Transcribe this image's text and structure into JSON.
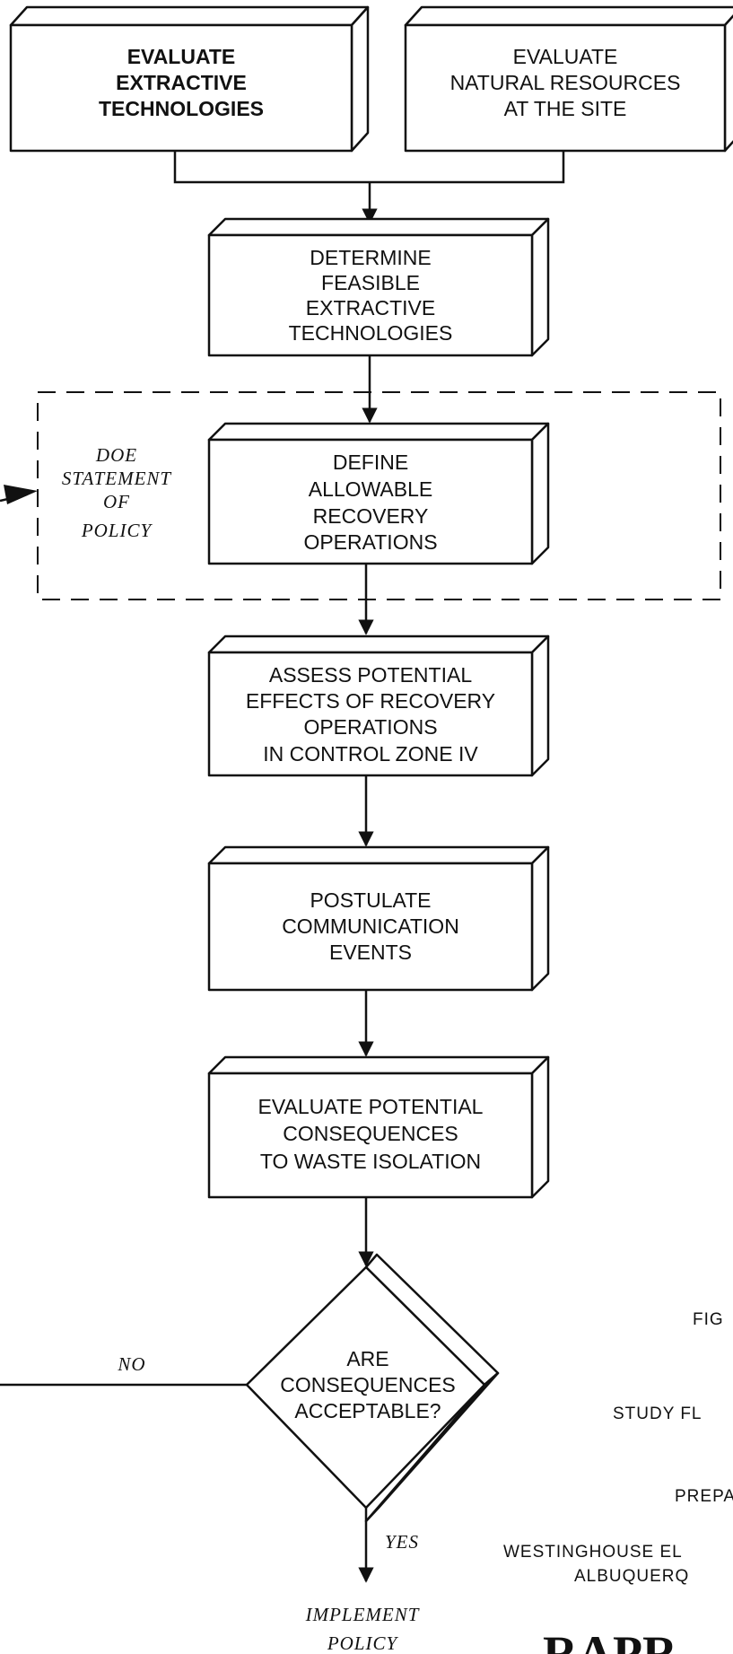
{
  "boxes": {
    "extractive_tech": [
      "EVALUATE",
      "EXTRACTIVE",
      "TECHNOLOGIES"
    ],
    "natural_resources": [
      "EVALUATE",
      "NATURAL RESOURCES",
      "AT THE  SITE"
    ],
    "feasible": [
      "DETERMINE",
      "FEASIBLE",
      "EXTRACTIVE",
      "TECHNOLOGIES"
    ],
    "define_operations": [
      "DEFINE",
      "ALLOWABLE",
      "RECOVERY",
      "OPERATIONS"
    ],
    "assess_effects": [
      "ASSESS  POTENTIAL",
      "EFFECTS OF RECOVERY",
      "OPERATIONS",
      "IN  CONTROL  ZONE  IV"
    ],
    "postulate": [
      "POSTULATE",
      "COMMUNICATION",
      "EVENTS"
    ],
    "evaluate_consequences": [
      "EVALUATE  POTENTIAL",
      "CONSEQUENCES",
      "TO WASTE  ISOLATION"
    ]
  },
  "policy_label": [
    "DOE",
    "STATEMENT",
    "OF",
    "POLICY"
  ],
  "decision": [
    "ARE",
    "CONSEQUENCES",
    "ACCEPTABLE?"
  ],
  "branch_no": "NO",
  "branch_yes": "YES",
  "terminal": [
    "IMPLEMENT",
    "POLICY"
  ],
  "side_text": {
    "figure": "FIG",
    "study": "STUDY  FL",
    "prepared": "PREPA",
    "westinghouse": "WESTINGHOUSE  EL",
    "albuquerque": "ALBUQUERQ"
  },
  "logo_text": "RAPR"
}
